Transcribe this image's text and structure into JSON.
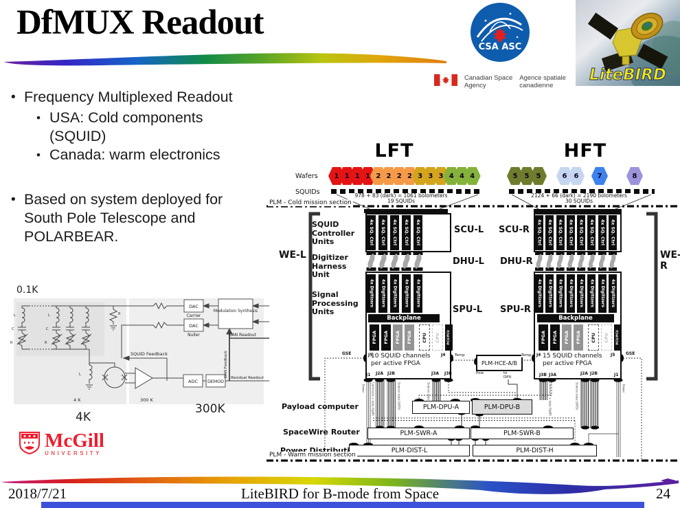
{
  "slide": {
    "title": "DfMUX Readout",
    "footer": {
      "date": "2018/7/21",
      "center_title": "LiteBIRD for B-mode from Space",
      "page_number": "24"
    }
  },
  "logos": {
    "csa": {
      "acronym": "CSA ASC"
    },
    "canada_wordmark": {
      "en_line1": "Canadian Space",
      "en_line2": "Agency",
      "fr_line1": "Agence spatiale",
      "fr_line2": "canadienne"
    },
    "litebird_badge": {
      "label": "LiteBIRD"
    },
    "mcgill": {
      "name": "McGill",
      "subtitle": "UNIVERSITY"
    }
  },
  "bullets": {
    "b1": "Frequency Multiplexed Readout",
    "b1a_line1": "USA: Cold components",
    "b1a_line2": "(SQUID)",
    "b1b": "Canada: warm electronics",
    "b2_line1": "Based on system deployed for",
    "b2_line2": "South Pole Telescope and",
    "b2_line3": "POLARBEAR."
  },
  "circuit": {
    "temp_01k": "0.1K",
    "temp_4k_big": "4K",
    "temp_300k_big": "300K",
    "temp_4k_small": "4 K",
    "temp_300k_small": "300 K",
    "lbl_L": "L",
    "lbl_C": "C",
    "lbl_R": "R",
    "lbl_Rbias": "R",
    "lbl_Lsquid": "L",
    "dac": "DAC",
    "carrier": "Carrier",
    "nuller": "Nuller",
    "modsynth": "Modulation\nSynthesis",
    "adc": "ADC",
    "demod": "DEMOD",
    "dan_readout": "DAN Readout",
    "dan_feedback": "DAN Feedback",
    "squid_feedback": "SQUID Feedback",
    "residual_readout": "Residual Readout"
  },
  "diagram": {
    "lft": "LFT",
    "hft": "HFT",
    "wafers_label": "Wafers",
    "squids_label": "SQUIDs",
    "lft_bolo": "978 + 83 (dark) = 1061 bolometers",
    "lft_squids": "19 SQUIDs",
    "hft_bolo": "2124 + 66 (dark) = 2190 bolometers",
    "hft_squids": "30 SQUIDs",
    "cold_section": "PLM - Cold  mission section",
    "warm_section": "PLM - Warm mission section",
    "we_l": "WE-L",
    "we_r": "WE-R",
    "scu_group": "SQUID\nController\nUnits",
    "dhu_group": "Digitizer\nHarness\nUnit",
    "spu_group": "Signal\nProcessing\nUnits",
    "scu_l": "SCU-L",
    "scu_r": "SCU-R",
    "dhu_l": "DHU-L",
    "dhu_r": "DHU-R",
    "spu_l": "SPU-L",
    "spu_r": "SPU-R",
    "backplane": "Backplane",
    "spu_l_channels": "10 SQUID channels\nper active FPGA",
    "spu_r_channels": "15 SQUID channels\nper active FPGA",
    "hce": "PLM-HCE-A/B",
    "temp": "Temp",
    "pow": "Pow",
    "to_dpu": "to\nDPU",
    "gse": "GSE",
    "rows": {
      "payload_label": "Payload computer",
      "dpu_a": "PLM-DPU-A",
      "dpu_b": "PLM-DPU-B",
      "swr_label": "SpaceWire Router",
      "swr_a": "PLM-SWR-A",
      "swr_b": "PLM-SWR-B",
      "dist_label": "Power Distribution",
      "dist_l": "PLM-DIST-L",
      "dist_h": "PLM-DIST-H"
    },
    "connectors": {
      "j1": "J1",
      "j2a": "J2A",
      "j2b": "J2B",
      "j3a": "J3A",
      "j3b": "J3B",
      "j4": "J4",
      "j5": "J5"
    },
    "wire_labels": {
      "power": "Power",
      "cmd": "Command + data (SpW)",
      "sci": "Science data (LVDS)"
    },
    "wafers_lft": [
      {
        "label": "1",
        "color": "#e41414"
      },
      {
        "label": "1",
        "color": "#e41414"
      },
      {
        "label": "1",
        "color": "#e41414"
      },
      {
        "label": "1",
        "color": "#e41414"
      },
      {
        "label": "2",
        "color": "#f59a47"
      },
      {
        "label": "2",
        "color": "#f59a47"
      },
      {
        "label": "2",
        "color": "#f59a47"
      },
      {
        "label": "2",
        "color": "#f59a47"
      },
      {
        "label": "3",
        "color": "#d2a51c"
      },
      {
        "label": "3",
        "color": "#d2a51c"
      },
      {
        "label": "3",
        "color": "#d2a51c"
      },
      {
        "label": "4",
        "color": "#84b23a"
      },
      {
        "label": "4",
        "color": "#84b23a"
      },
      {
        "label": "4",
        "color": "#84b23a"
      }
    ],
    "wafers_hft": [
      {
        "label": "5",
        "color": "#6e7d2d"
      },
      {
        "label": "5",
        "color": "#6e7d2d"
      },
      {
        "label": "5",
        "color": "#6e7d2d"
      },
      {
        "label": "6",
        "color": "#c5d6f2",
        "ml": "21px"
      },
      {
        "label": "6",
        "color": "#c5d6f2"
      },
      {
        "label": "7",
        "color": "#3d82ee",
        "ml": "17px"
      },
      {
        "label": "8",
        "color": "#9b94da",
        "ml": "34px"
      }
    ],
    "scu_bars_l": [
      "4x SQ. Ctrl",
      "4x SQ. Ctrl",
      "4x SQ. Ctrl",
      "4x SQ. Ctrl",
      "4x SQ. Ctrl"
    ],
    "scu_bars_r": [
      "4x SQ. Ctrl",
      "4x SQ. Ctrl",
      "4x SQ. Ctrl",
      "4x SQ. Ctrl",
      "4x SQ. Ctrl",
      "4x SQ. Ctrl",
      "4x SQ. Ctrl",
      "4x SQ. Ctrl"
    ],
    "dig_bars_l": [
      "4x Digitizers",
      "4x Digitizers",
      "4x Digitizers",
      "4x Digitizers",
      "4x Digitizers"
    ],
    "dig_bars_r": [
      "4x Digitizers",
      "4x Digitizers",
      "4x Digitizers",
      "4x Digitizers",
      "4x Digitizers",
      "4x Digitizers",
      "4x Digitizers",
      "4x Digitizers"
    ],
    "fpga_cards": [
      {
        "t": "FPGA",
        "cls": "card-black"
      },
      {
        "t": "FPGA",
        "cls": "card-black"
      },
      {
        "t": "FPGA",
        "cls": "card-gray"
      },
      {
        "t": "FPGA",
        "cls": "card-gray"
      },
      {
        "t": "CPU",
        "cls": "card-cpu"
      },
      {
        "t": "CPU",
        "cls": "card-ghost"
      },
      {
        "t": "PCU/PCU",
        "cls": "card-pcu"
      }
    ]
  }
}
